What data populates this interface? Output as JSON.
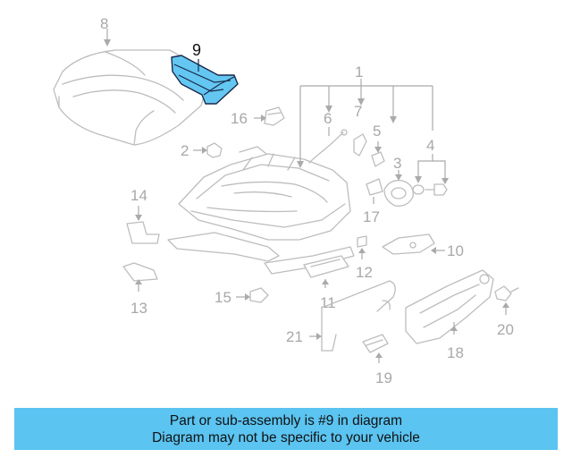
{
  "diagram": {
    "callouts": {
      "p1": "1",
      "p2": "2",
      "p3": "3",
      "p4": "4",
      "p5": "5",
      "p6": "6",
      "p7": "7",
      "p8": "8",
      "p9": "9",
      "p10": "10",
      "p11": "11",
      "p12": "12",
      "p13": "13",
      "p14": "14",
      "p15": "15",
      "p16": "16",
      "p17": "17",
      "p18": "18",
      "p19": "19",
      "p20": "20",
      "p21": "21"
    },
    "highlight_color": "#63c7f2"
  },
  "banner": {
    "line1": "Part or sub-assembly is #9 in diagram",
    "line2": "Diagram may not be specific to your vehicle",
    "background": "#5bc4f1"
  }
}
